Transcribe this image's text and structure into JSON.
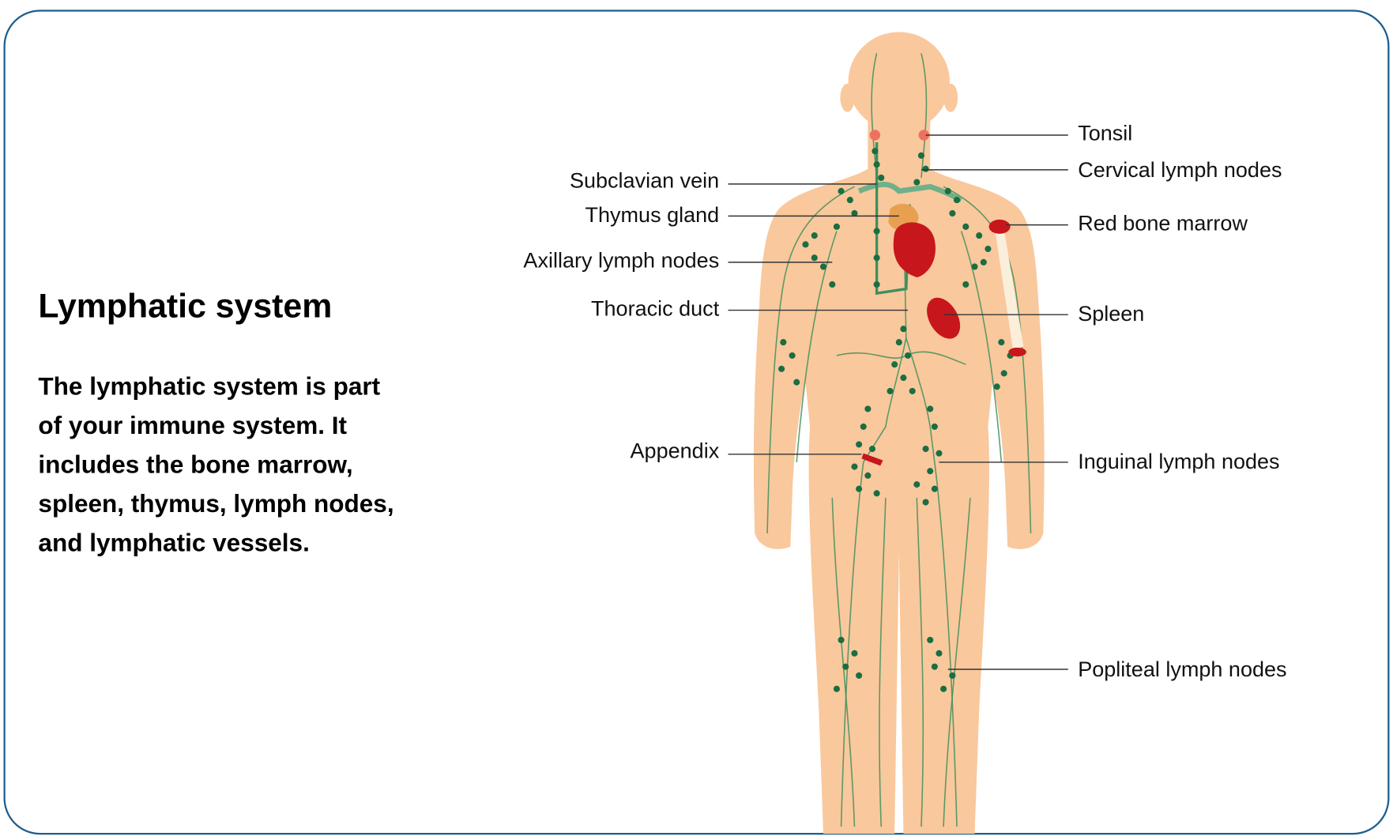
{
  "title": "Lymphatic system",
  "description_lines": [
    "The lymphatic system is part",
    "of your immune system. It",
    "includes the bone marrow,",
    "spleen, thymus, lymph nodes,",
    "and lymphatic vessels."
  ],
  "labels_left": [
    "Subclavian vein",
    "Thymus gland",
    "Axillary lymph nodes",
    "Thoracic duct",
    "Appendix"
  ],
  "labels_right": [
    "Tonsil",
    "Cervical lymph nodes",
    "Red bone marrow",
    "Spleen",
    "Inguinal lymph nodes",
    "Popliteal lymph nodes"
  ],
  "colors": {
    "border": "#1d5e8c",
    "skin": "#f9c89c",
    "node": "#1a6e42",
    "organ": "#c8161d",
    "thymus": "#e8a050"
  }
}
